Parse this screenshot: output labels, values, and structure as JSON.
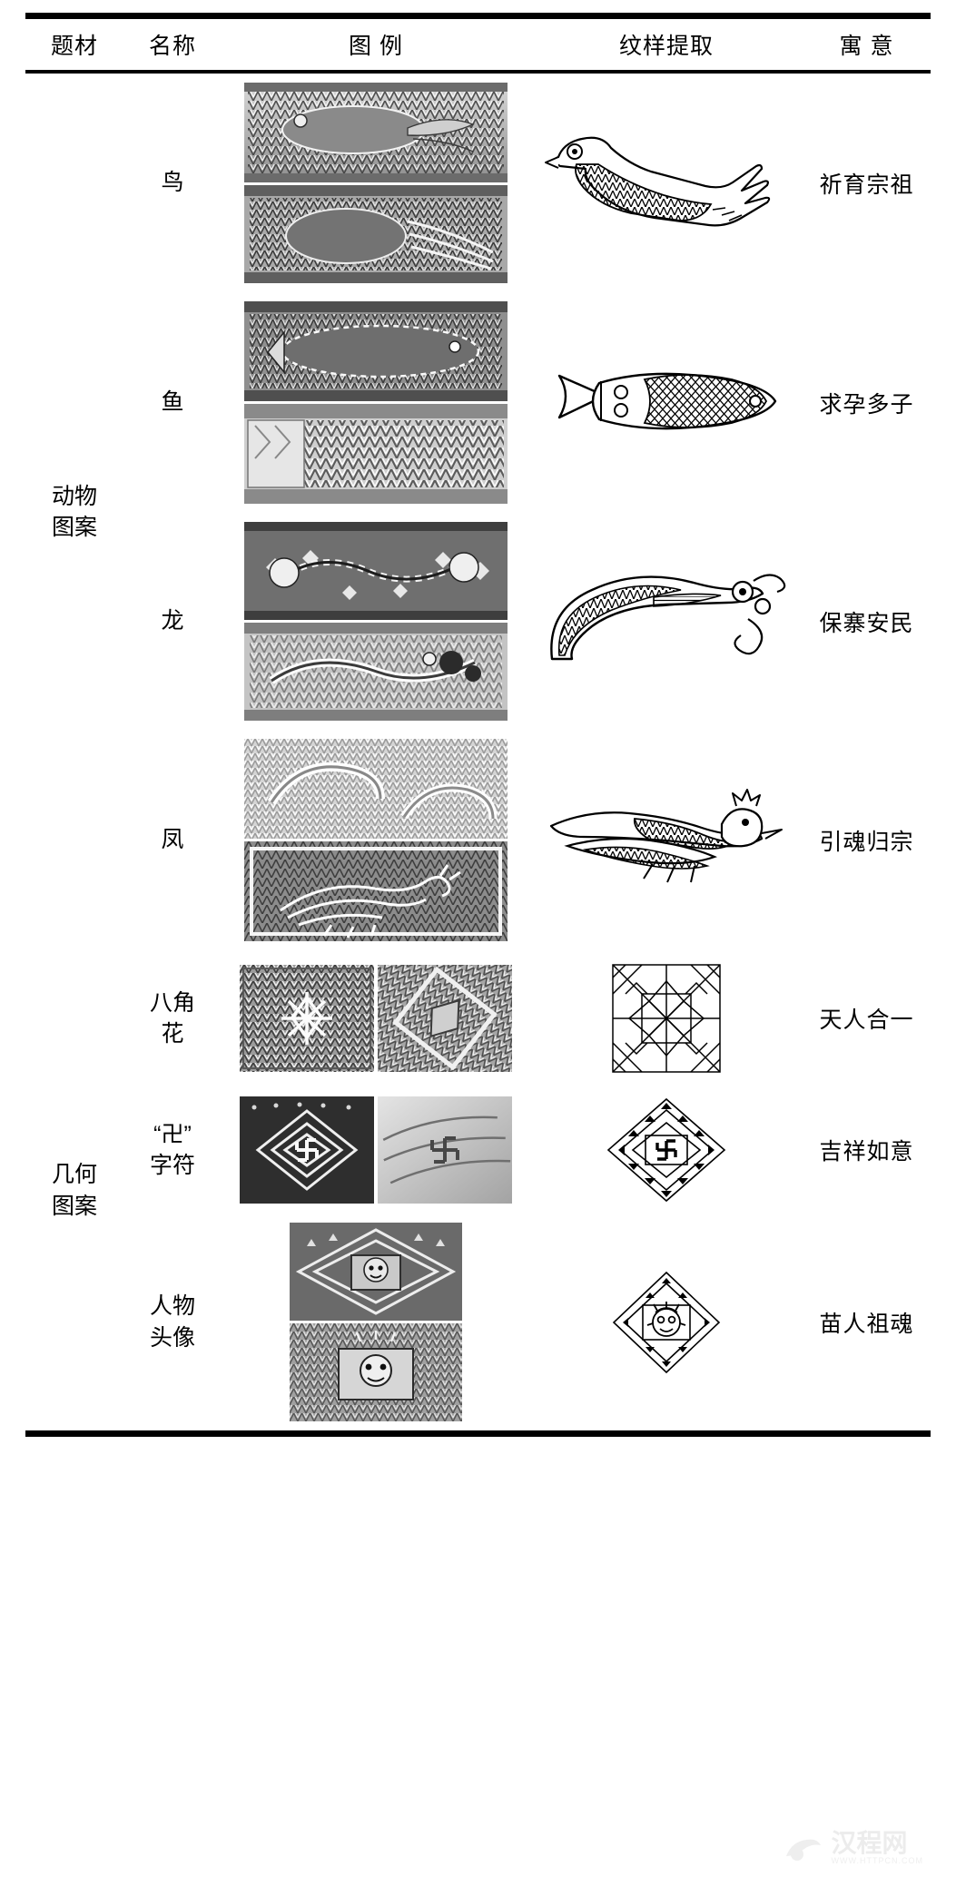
{
  "table": {
    "headers": [
      {
        "id": "theme",
        "label": "题材"
      },
      {
        "id": "name",
        "label": "名称"
      },
      {
        "id": "photo",
        "label": "图  例"
      },
      {
        "id": "extract",
        "label": "纹样提取"
      },
      {
        "id": "meaning",
        "label": "寓  意"
      }
    ],
    "groups": [
      {
        "theme": "动物\n图案",
        "theme_line1": "动物",
        "theme_line2": "图案",
        "rows": [
          {
            "name": "鸟",
            "meaning": "祈育宗祖",
            "extract_icon": "bird-pattern-icon",
            "photo_layout": "stacked"
          },
          {
            "name": "鱼",
            "meaning": "求孕多子",
            "extract_icon": "fish-pattern-icon",
            "photo_layout": "stacked"
          },
          {
            "name": "龙",
            "meaning": "保寨安民",
            "extract_icon": "dragon-pattern-icon",
            "photo_layout": "stacked"
          },
          {
            "name": "凤",
            "meaning": "引魂归宗",
            "extract_icon": "phoenix-pattern-icon",
            "photo_layout": "stacked"
          }
        ]
      },
      {
        "theme": "几何\n图案",
        "theme_line1": "几何",
        "theme_line2": "图案",
        "rows": [
          {
            "name": "八角\n花",
            "name_line1": "八角",
            "name_line2": "花",
            "meaning": "天人合一",
            "extract_icon": "octagon-flower-pattern-icon",
            "photo_layout": "pair"
          },
          {
            "name": "“卍”\n字符",
            "name_line1": "“卍”",
            "name_line2": "字符",
            "meaning": "吉祥如意",
            "extract_icon": "swastika-pattern-icon",
            "photo_layout": "pair"
          },
          {
            "name": "人物\n头像",
            "name_line1": "人物",
            "name_line2": "头像",
            "meaning": "苗人祖魂",
            "extract_icon": "human-head-pattern-icon",
            "photo_layout": "stacked"
          }
        ]
      }
    ]
  },
  "watermark": {
    "text": "汉程网",
    "sub": "WWW.HTTPCN.COM"
  },
  "colors": {
    "rule": "#000000",
    "text": "#000000",
    "photo_base": "#b9b9b9"
  }
}
